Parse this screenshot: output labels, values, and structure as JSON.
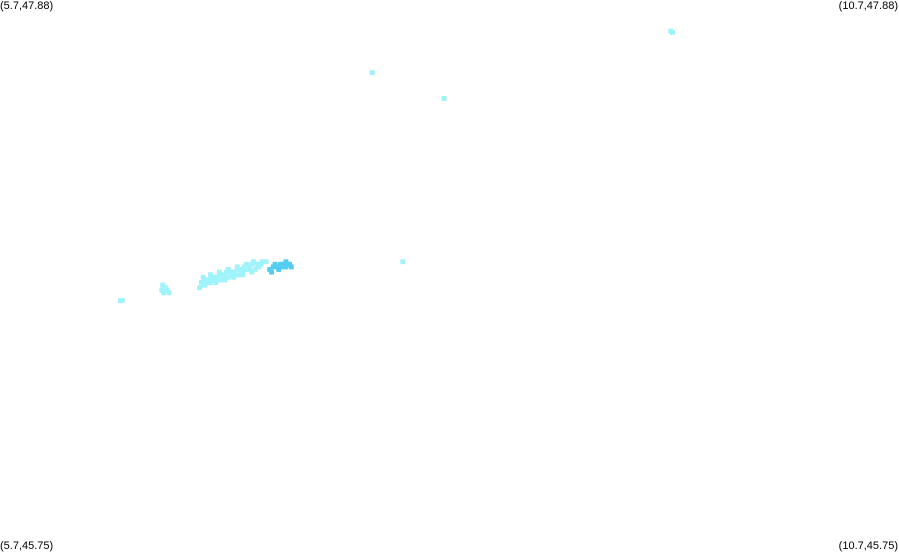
{
  "map": {
    "corner_labels": {
      "top_left": "(5.7,47.88)",
      "top_right": "(10.7,47.88)",
      "bottom_left": "(5.7,45.75)",
      "bottom_right": "(10.7,45.75)"
    },
    "extent": {
      "lon_min": 5.7,
      "lon_max": 10.7,
      "lat_min": 45.75,
      "lat_max": 47.88
    },
    "colors": {
      "background": "#ffffff",
      "point_light": "#9ff3fb",
      "point_dark": "#55cdf0"
    }
  },
  "chart_data": {
    "type": "scatter",
    "xlim": [
      5.7,
      10.7
    ],
    "ylim": [
      45.75,
      47.88
    ],
    "grid": false,
    "series": [
      {
        "color": "#9ff3fb",
        "points": [
          [
            9.43,
            47.76
          ],
          [
            9.44,
            47.755
          ],
          [
            7.77,
            47.6
          ],
          [
            8.17,
            47.5
          ],
          [
            7.94,
            46.87
          ],
          [
            6.37,
            46.72
          ],
          [
            6.38,
            46.72
          ],
          [
            6.6,
            46.76
          ],
          [
            6.61,
            46.75
          ],
          [
            6.64,
            46.75
          ],
          [
            6.62,
            46.77
          ],
          [
            6.605,
            46.78
          ],
          [
            6.63,
            46.76
          ],
          [
            6.81,
            46.77
          ],
          [
            6.83,
            46.78
          ],
          [
            6.85,
            46.79
          ],
          [
            6.87,
            46.79
          ],
          [
            6.89,
            46.8
          ],
          [
            6.91,
            46.8
          ],
          [
            6.93,
            46.8
          ],
          [
            6.95,
            46.81
          ],
          [
            6.97,
            46.81
          ],
          [
            6.99,
            46.82
          ],
          [
            7.01,
            46.82
          ],
          [
            7.03,
            46.82
          ],
          [
            7.05,
            46.83
          ],
          [
            7.07,
            46.84
          ],
          [
            7.09,
            46.84
          ],
          [
            6.82,
            46.79
          ],
          [
            6.84,
            46.8
          ],
          [
            6.86,
            46.8
          ],
          [
            6.88,
            46.81
          ],
          [
            6.9,
            46.81
          ],
          [
            6.92,
            46.82
          ],
          [
            6.94,
            46.82
          ],
          [
            6.96,
            46.83
          ],
          [
            6.98,
            46.83
          ],
          [
            7.0,
            46.83
          ],
          [
            7.02,
            46.84
          ],
          [
            7.04,
            46.84
          ],
          [
            7.06,
            46.85
          ],
          [
            7.08,
            46.85
          ],
          [
            7.1,
            46.86
          ],
          [
            6.84,
            46.78
          ],
          [
            6.9,
            46.79
          ],
          [
            6.95,
            46.8
          ],
          [
            7.0,
            46.81
          ],
          [
            7.05,
            46.82
          ],
          [
            7.1,
            46.83
          ],
          [
            6.83,
            46.81
          ],
          [
            6.87,
            46.82
          ],
          [
            6.92,
            46.83
          ],
          [
            6.97,
            46.84
          ],
          [
            7.02,
            46.85
          ],
          [
            7.07,
            46.86
          ],
          [
            7.12,
            46.84
          ],
          [
            7.14,
            46.85
          ],
          [
            7.13,
            46.86
          ],
          [
            7.11,
            46.87
          ],
          [
            7.15,
            46.86
          ],
          [
            7.16,
            46.87
          ],
          [
            7.18,
            46.87
          ]
        ]
      },
      {
        "color": "#55cdf0",
        "points": [
          [
            7.2,
            46.84
          ],
          [
            7.22,
            46.85
          ],
          [
            7.24,
            46.85
          ],
          [
            7.26,
            46.86
          ],
          [
            7.28,
            46.86
          ],
          [
            7.29,
            46.85
          ],
          [
            7.21,
            46.83
          ],
          [
            7.25,
            46.84
          ],
          [
            7.27,
            46.85
          ],
          [
            7.23,
            46.86
          ],
          [
            7.3,
            46.86
          ],
          [
            7.29,
            46.87
          ],
          [
            7.31,
            46.86
          ],
          [
            7.32,
            46.85
          ]
        ]
      }
    ]
  }
}
